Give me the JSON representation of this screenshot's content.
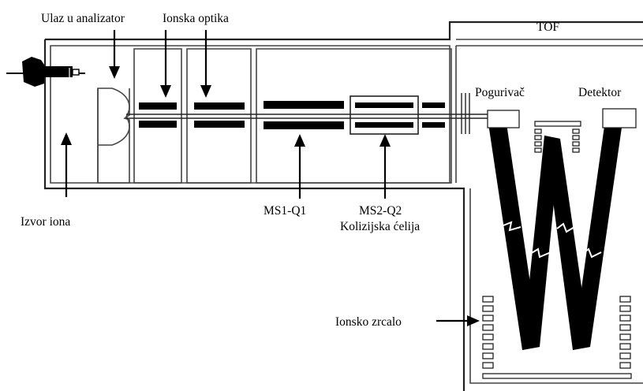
{
  "labels": {
    "analyzer_inlet": "Ulaz u analizator",
    "ion_optics": "Ionska optika",
    "tof": "TOF",
    "pusher": "Pogurivač",
    "detector": "Detektor",
    "ion_source": "Izvor iona",
    "ms1": "MS1-Q1",
    "ms2": "MS2-Q2",
    "collision_cell": "Kolizijska ćelija",
    "ion_mirror": "Ionsko zrcalo"
  },
  "colors": {
    "ink": "#000000",
    "wall": "#222222",
    "background": "#ffffff"
  }
}
